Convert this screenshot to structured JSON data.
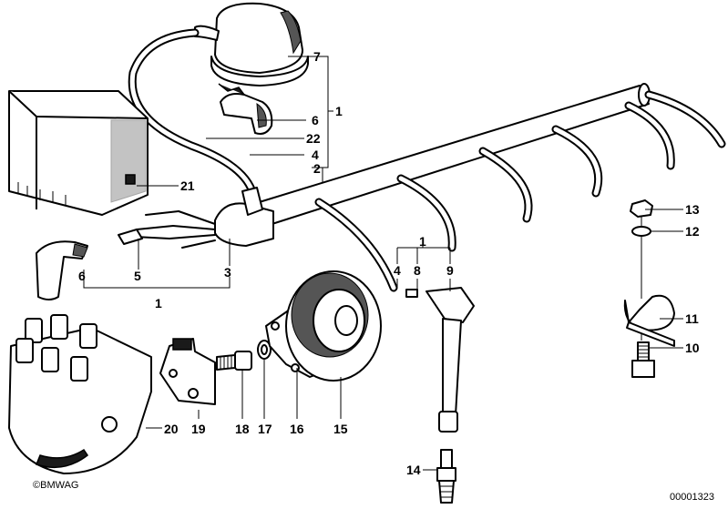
{
  "callouts": {
    "c7": "7",
    "c1_top": "1",
    "c6_top": "6",
    "c22": "22",
    "c4_top": "4",
    "c2": "2",
    "c21": "21",
    "c3": "3",
    "c5": "5",
    "c6_left": "6",
    "c1_left": "1",
    "c1_mid": "1",
    "c4_mid": "4",
    "c8": "8",
    "c9": "9",
    "c13": "13",
    "c12": "12",
    "c11": "11",
    "c10": "10",
    "c20": "20",
    "c19": "19",
    "c18": "18",
    "c17": "17",
    "c16": "16",
    "c15": "15",
    "c14": "14"
  },
  "copyright": "©BMWAG",
  "diagram_number": "00001323"
}
